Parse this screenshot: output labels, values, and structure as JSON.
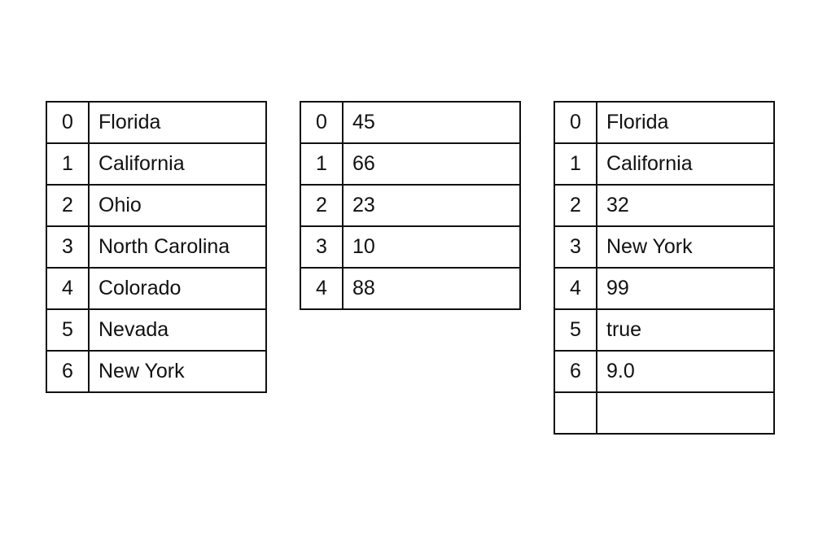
{
  "tables": [
    {
      "rows": [
        {
          "index": "0",
          "value": "Florida"
        },
        {
          "index": "1",
          "value": "California"
        },
        {
          "index": "2",
          "value": "Ohio"
        },
        {
          "index": "3",
          "value": "North Carolina"
        },
        {
          "index": "4",
          "value": "Colorado"
        },
        {
          "index": "5",
          "value": "Nevada"
        },
        {
          "index": "6",
          "value": "New York"
        }
      ]
    },
    {
      "rows": [
        {
          "index": "0",
          "value": "45"
        },
        {
          "index": "1",
          "value": "66"
        },
        {
          "index": "2",
          "value": "23"
        },
        {
          "index": "3",
          "value": "10"
        },
        {
          "index": "4",
          "value": "88"
        }
      ]
    },
    {
      "rows": [
        {
          "index": "0",
          "value": "Florida"
        },
        {
          "index": "1",
          "value": "California"
        },
        {
          "index": "2",
          "value": "32"
        },
        {
          "index": "3",
          "value": "New York"
        },
        {
          "index": "4",
          "value": "99"
        },
        {
          "index": "5",
          "value": "true"
        },
        {
          "index": "6",
          "value": "9.0"
        },
        {
          "index": "",
          "value": ""
        }
      ]
    }
  ]
}
